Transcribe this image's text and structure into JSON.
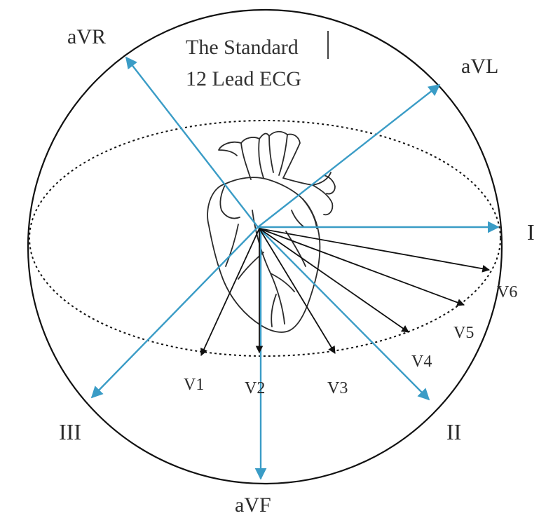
{
  "title": {
    "line1": "The Standard",
    "line2": "12 Lead ECG"
  },
  "limb_leads": [
    {
      "id": "I",
      "label": "I"
    },
    {
      "id": "II",
      "label": "II"
    },
    {
      "id": "III",
      "label": "III"
    },
    {
      "id": "aVR",
      "label": "aVR"
    },
    {
      "id": "aVL",
      "label": "aVL"
    },
    {
      "id": "aVF",
      "label": "aVF"
    }
  ],
  "chest_leads": [
    {
      "id": "V1",
      "label": "V1"
    },
    {
      "id": "V2",
      "label": "V2"
    },
    {
      "id": "V3",
      "label": "V3"
    },
    {
      "id": "V4",
      "label": "V4"
    },
    {
      "id": "V5",
      "label": "V5"
    },
    {
      "id": "V6",
      "label": "V6"
    }
  ],
  "colors": {
    "limb_arrow": "#3a9cc6",
    "chest_arrow": "#111111",
    "outline": "#111111",
    "heart": "#2a2a2a"
  },
  "icons": {
    "center": "heart-anatomy-icon"
  }
}
